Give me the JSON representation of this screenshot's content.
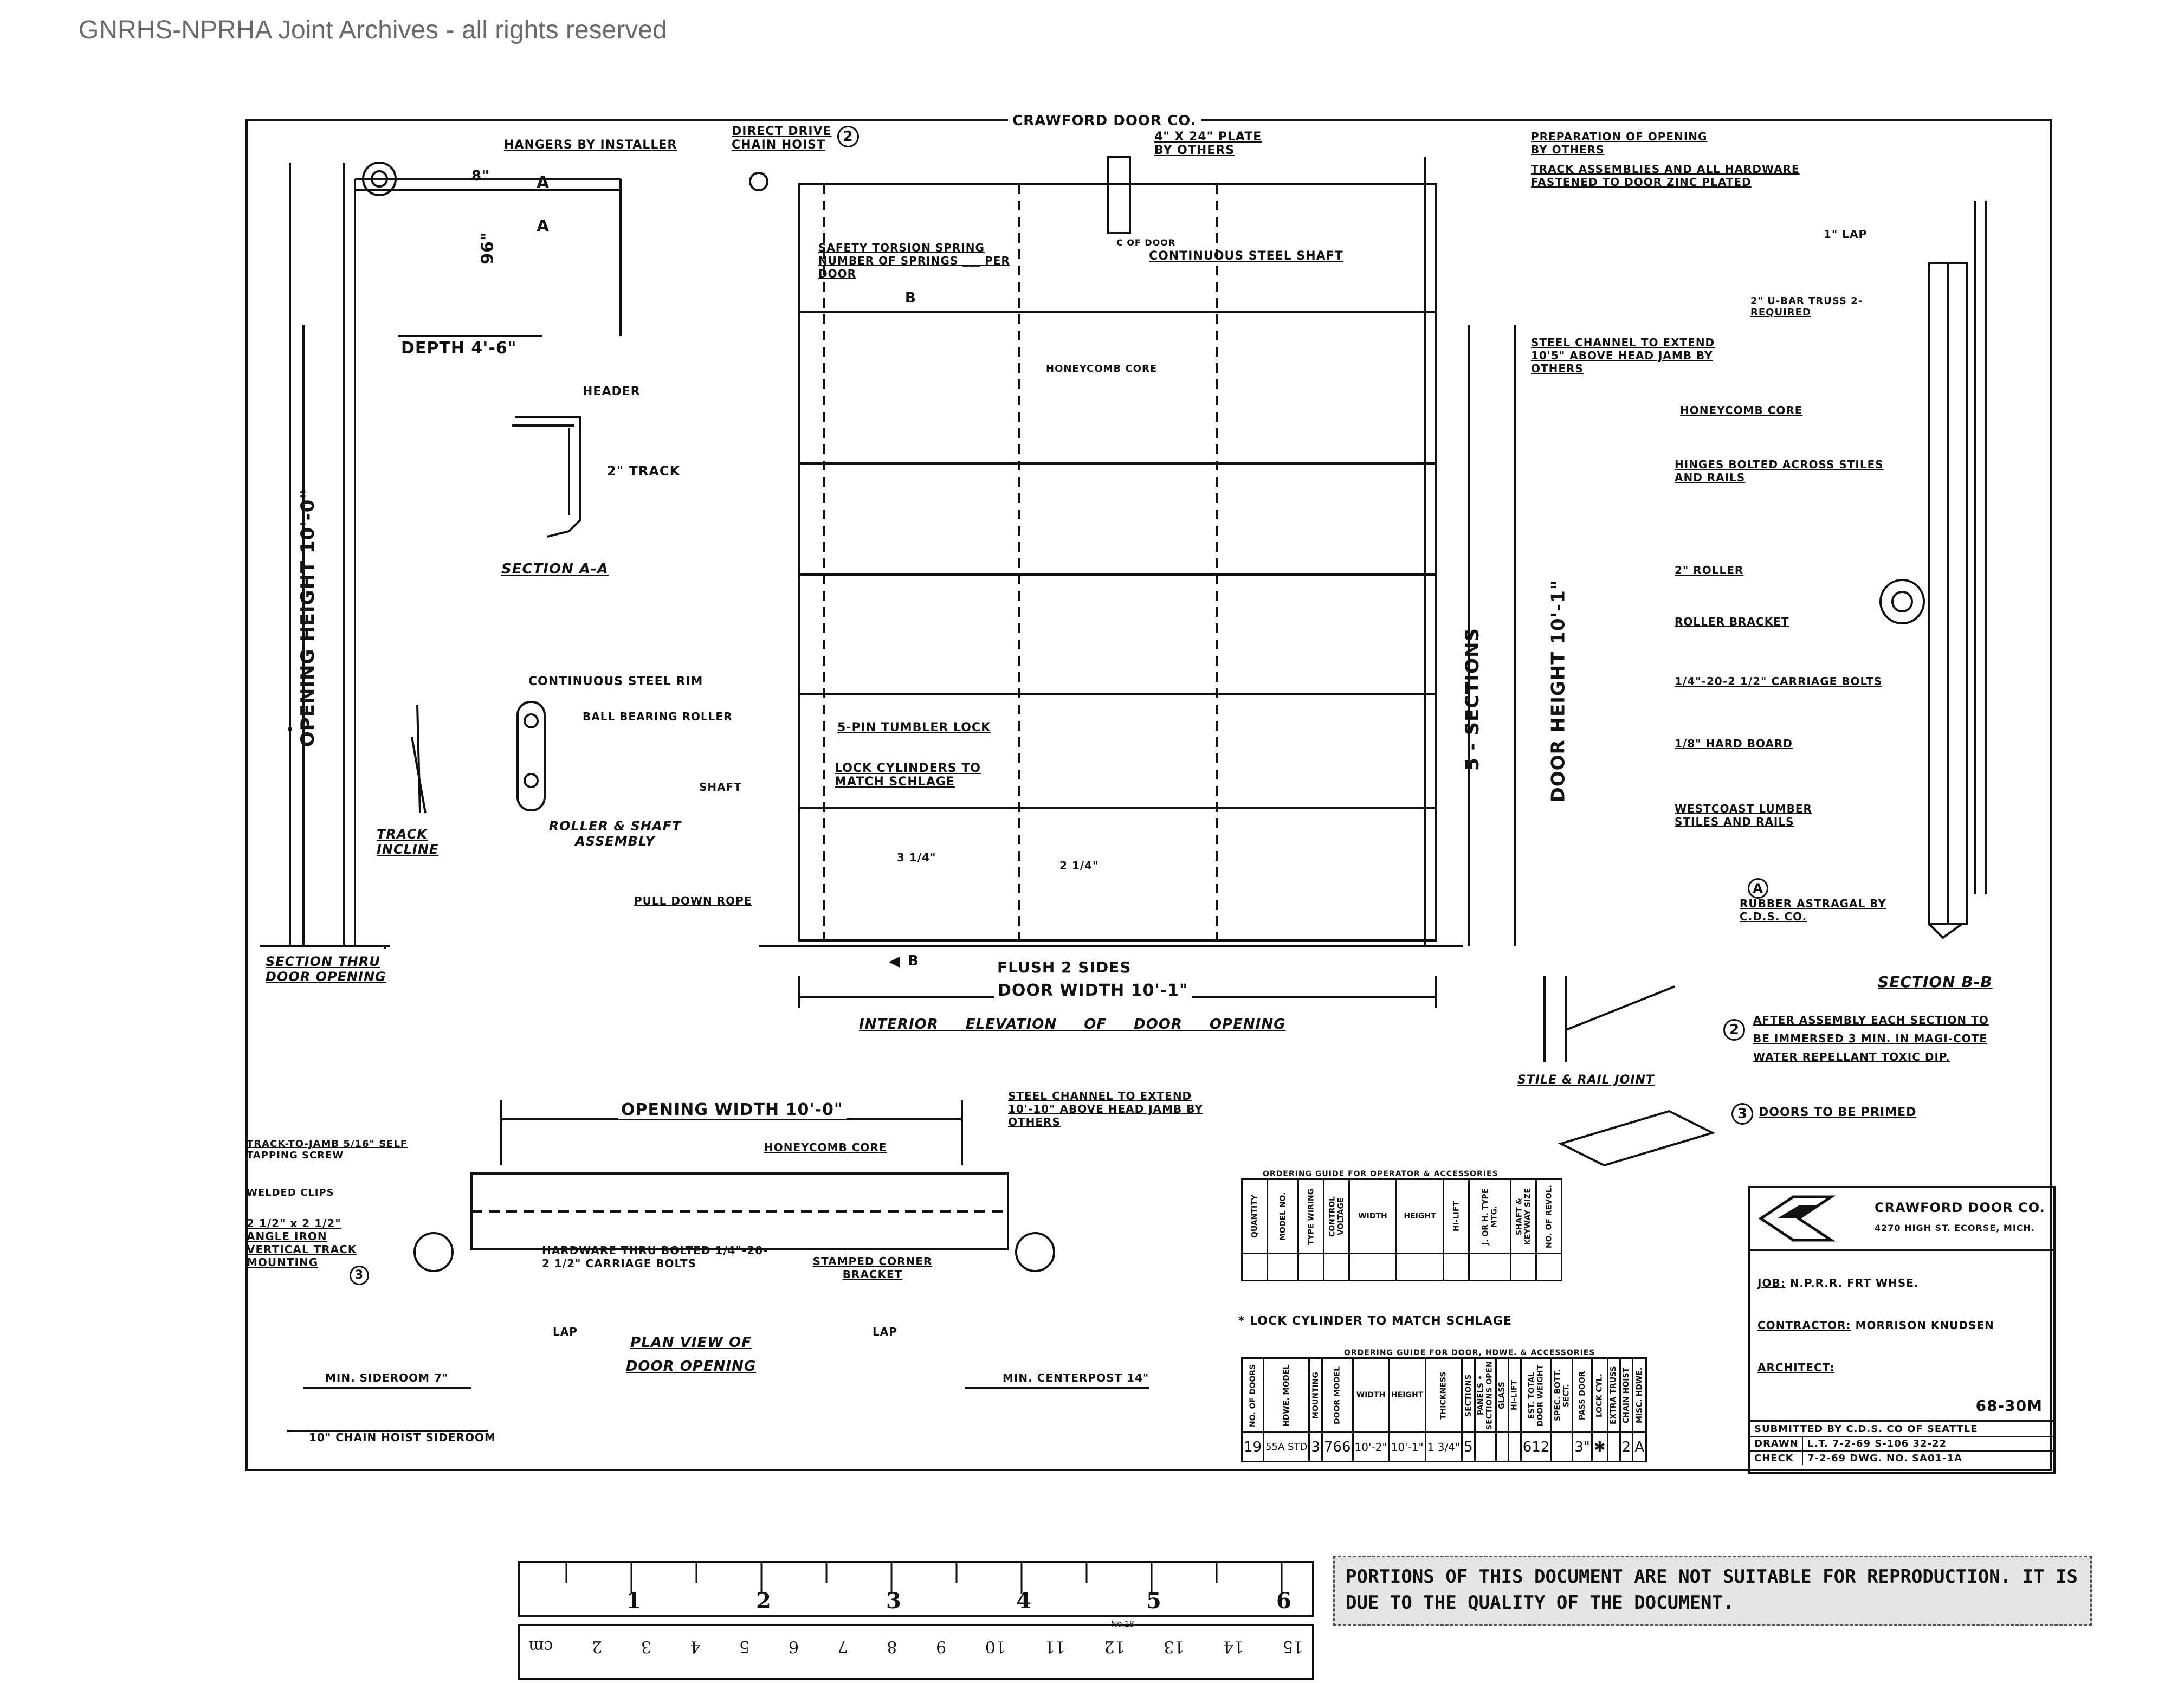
{
  "watermark": "GNRHS-NPRHA Joint Archives - all rights reserved",
  "company_header": "CRAWFORD DOOR CO.",
  "labels": {
    "hangers": "HANGERS BY INSTALLER",
    "dim_8": "8\"",
    "a_top": "A",
    "a_bot": "A",
    "dim_96": "96\"",
    "depth": "DEPTH 4'-6\"",
    "header": "HEADER",
    "track_2": "2\" TRACK",
    "section_aa": "SECTION A-A",
    "opening_height": "OPENING HEIGHT 10'-0\"",
    "continuous_rim": "CONTINUOUS STEEL RIM",
    "ball_bearing": "BALL BEARING ROLLER",
    "shaft": "SHAFT",
    "roller_shaft": "ROLLER & SHAFT ASSEMBLY",
    "track_incline": "TRACK INCLINE",
    "section_thru": "SECTION THRU DOOR OPENING",
    "direct_drive": "DIRECT DRIVE CHAIN HOIST",
    "circle_2": "2",
    "plate": "4\" X 24\" PLATE BY OTHERS",
    "cl_door": "C OF DOOR",
    "continuous_shaft": "CONTINUOUS STEEL SHAFT",
    "torsion_spring": "SAFETY TORSION SPRING NUMBER OF SPRINGS ___ PER DOOR",
    "b_top": "B",
    "honeycomb_core_mid": "HONEYCOMB CORE",
    "pin_lock": "5-PIN TUMBLER LOCK",
    "lock_cyl": "LOCK CYLINDERS TO MATCH SCHLAGE",
    "pull_rope": "PULL DOWN ROPE",
    "b_bot": "B",
    "flush": "FLUSH 2 SIDES",
    "door_width": "DOOR WIDTH 10'-1\"",
    "interior_elev": "INTERIOR ELEVATION OF DOOR OPENING",
    "sections_5": "5 - SECTIONS",
    "door_height": "DOOR HEIGHT 10'-1\"",
    "prep": "PREPARATION OF OPENING BY OTHERS",
    "track_assemblies": "TRACK ASSEMBLIES AND ALL HARDWARE FASTENED TO DOOR ZINC PLATED",
    "steel_channel": "STEEL CHANNEL TO EXTEND 10'5\" ABOVE HEAD JAMB BY OTHERS",
    "lap_1": "1\" LAP",
    "ubar_truss": "2\" U-BAR TRUSS 2-REQUIRED",
    "honeycomb_right": "HONEYCOMB CORE",
    "hinges": "HINGES BOLTED ACROSS STILES AND RAILS",
    "roller_2": "2\" ROLLER",
    "roller_bracket": "ROLLER BRACKET",
    "carriage_bolts": "1/4\"-20-2 1/2\" CARRIAGE BOLTS",
    "hardboard": "1/8\" HARD BOARD",
    "westcoast": "WESTCOAST LUMBER STILES AND RAILS",
    "circle_a": "A",
    "rubber_astragal": "RUBBER ASTRAGAL BY C.D.S. CO.",
    "section_bb": "SECTION B-B",
    "stile_rail": "STILE & RAIL JOINT",
    "note2": "AFTER ASSEMBLY EACH SECTION TO BE IMMERSED 3 MIN. IN MAGI-COTE WATER REPELLANT TOXIC DIP.",
    "note3": "DOORS TO BE PRIMED",
    "opening_width": "OPENING WIDTH 10'-0\"",
    "steel_channel_2": "STEEL CHANNEL TO EXTEND 10'-10\" ABOVE HEAD JAMB BY OTHERS",
    "track_to_jamb": "TRACK-TO-JAMB 5/16\" SELF TAPPING SCREW",
    "welded": "WELDED CLIPS",
    "angle": "2 1/2\" x 2 1/2\" ANGLE IRON VERTICAL TRACK MOUNTING",
    "circle_3": "3",
    "honeycomb_plan": "HONEYCOMB CORE",
    "hardware_bolted": "HARDWARE THRU BOLTED 1/4\"-20-2 1/2\" CARRIAGE BOLTS",
    "stamped_corner": "STAMPED CORNER BRACKET",
    "lap_l": "LAP",
    "lap_r": "LAP",
    "plan_view": "PLAN VIEW OF DOOR OPENING",
    "min_sideroom": "MIN. SIDEROOM 7\"",
    "min_centerpost": "MIN. CENTERPOST 14\"",
    "chain_hoist_sideroom": "10\" CHAIN HOIST SIDEROOM",
    "lock_note": "* LOCK CYLINDER TO MATCH SCHLAGE",
    "dim_3_14": "3 1/4\"",
    "dim_2_14": "2 1/4\""
  },
  "operator_table": {
    "title": "ORDERING GUIDE FOR OPERATOR & ACCESSORIES",
    "headers": [
      "QUANTITY",
      "MODEL NO.",
      "TYPE WIRING",
      "CONTROL VOLTAGE",
      "WIDTH",
      "HEIGHT",
      "HI-LIFT",
      "J. OR H. TYPE MTG.",
      "SHAFT & KEYWAY SIZE",
      "NO. OF REVOL."
    ]
  },
  "door_table": {
    "title": "ORDERING GUIDE FOR DOOR, HDWE. & ACCESSORIES",
    "headers": [
      "NO. OF DOORS",
      "HDWE. MODEL",
      "MOUNTING",
      "DOOR MODEL",
      "WIDTH",
      "HEIGHT",
      "THICKNESS",
      "SECTIONS",
      "PANELS • SECTIONS OPEN",
      "GLASS",
      "HI-LIFT",
      "EST. TOTAL DOOR WEIGHT",
      "SPEC. BOTT. SECT.",
      "PASS DOOR",
      "LOCK CYL.",
      "EXTRA TRUSS",
      "CHAIN HOIST",
      "MISC. HDWE."
    ],
    "row": [
      "19",
      "55A STD",
      "3",
      "766",
      "10'-2\"",
      "10'-1\"",
      "1 3/4\"",
      "5",
      "",
      "",
      "",
      "612",
      "",
      "3\"",
      "✱",
      "",
      "2",
      "A"
    ]
  },
  "title_block": {
    "company": "CRAWFORD DOOR CO.",
    "address": "4270 HIGH ST. ECORSE, MICH.",
    "job_label": "JOB:",
    "job": "N.P.R.R. FRT WHSE.",
    "contractor_label": "CONTRACTOR:",
    "contractor": "MORRISON KNUDSEN",
    "architect_label": "ARCHITECT:",
    "code": "68-30M",
    "submitted": "SUBMITTED BY C.D.S. CO OF SEATTLE",
    "drawn_label": "DRAWN",
    "drawn": "L.T.  7-2-69  S-106  32-22",
    "check_label": "CHECK",
    "check": "7-2-69  DWG. NO. SA01-1A"
  },
  "ruler": {
    "inches": [
      "1",
      "2",
      "3",
      "4",
      "5",
      "6"
    ],
    "cm": [
      "cm",
      "2",
      "3",
      "4",
      "5",
      "6",
      "7",
      "8",
      "9",
      "10",
      "11",
      "12",
      "13",
      "14",
      "15"
    ],
    "brand": "No.18"
  },
  "notice": "PORTIONS OF THIS DOCUMENT ARE NOT SUITABLE FOR REPRODUCTION. IT IS DUE TO THE QUALITY OF THE DOCUMENT."
}
